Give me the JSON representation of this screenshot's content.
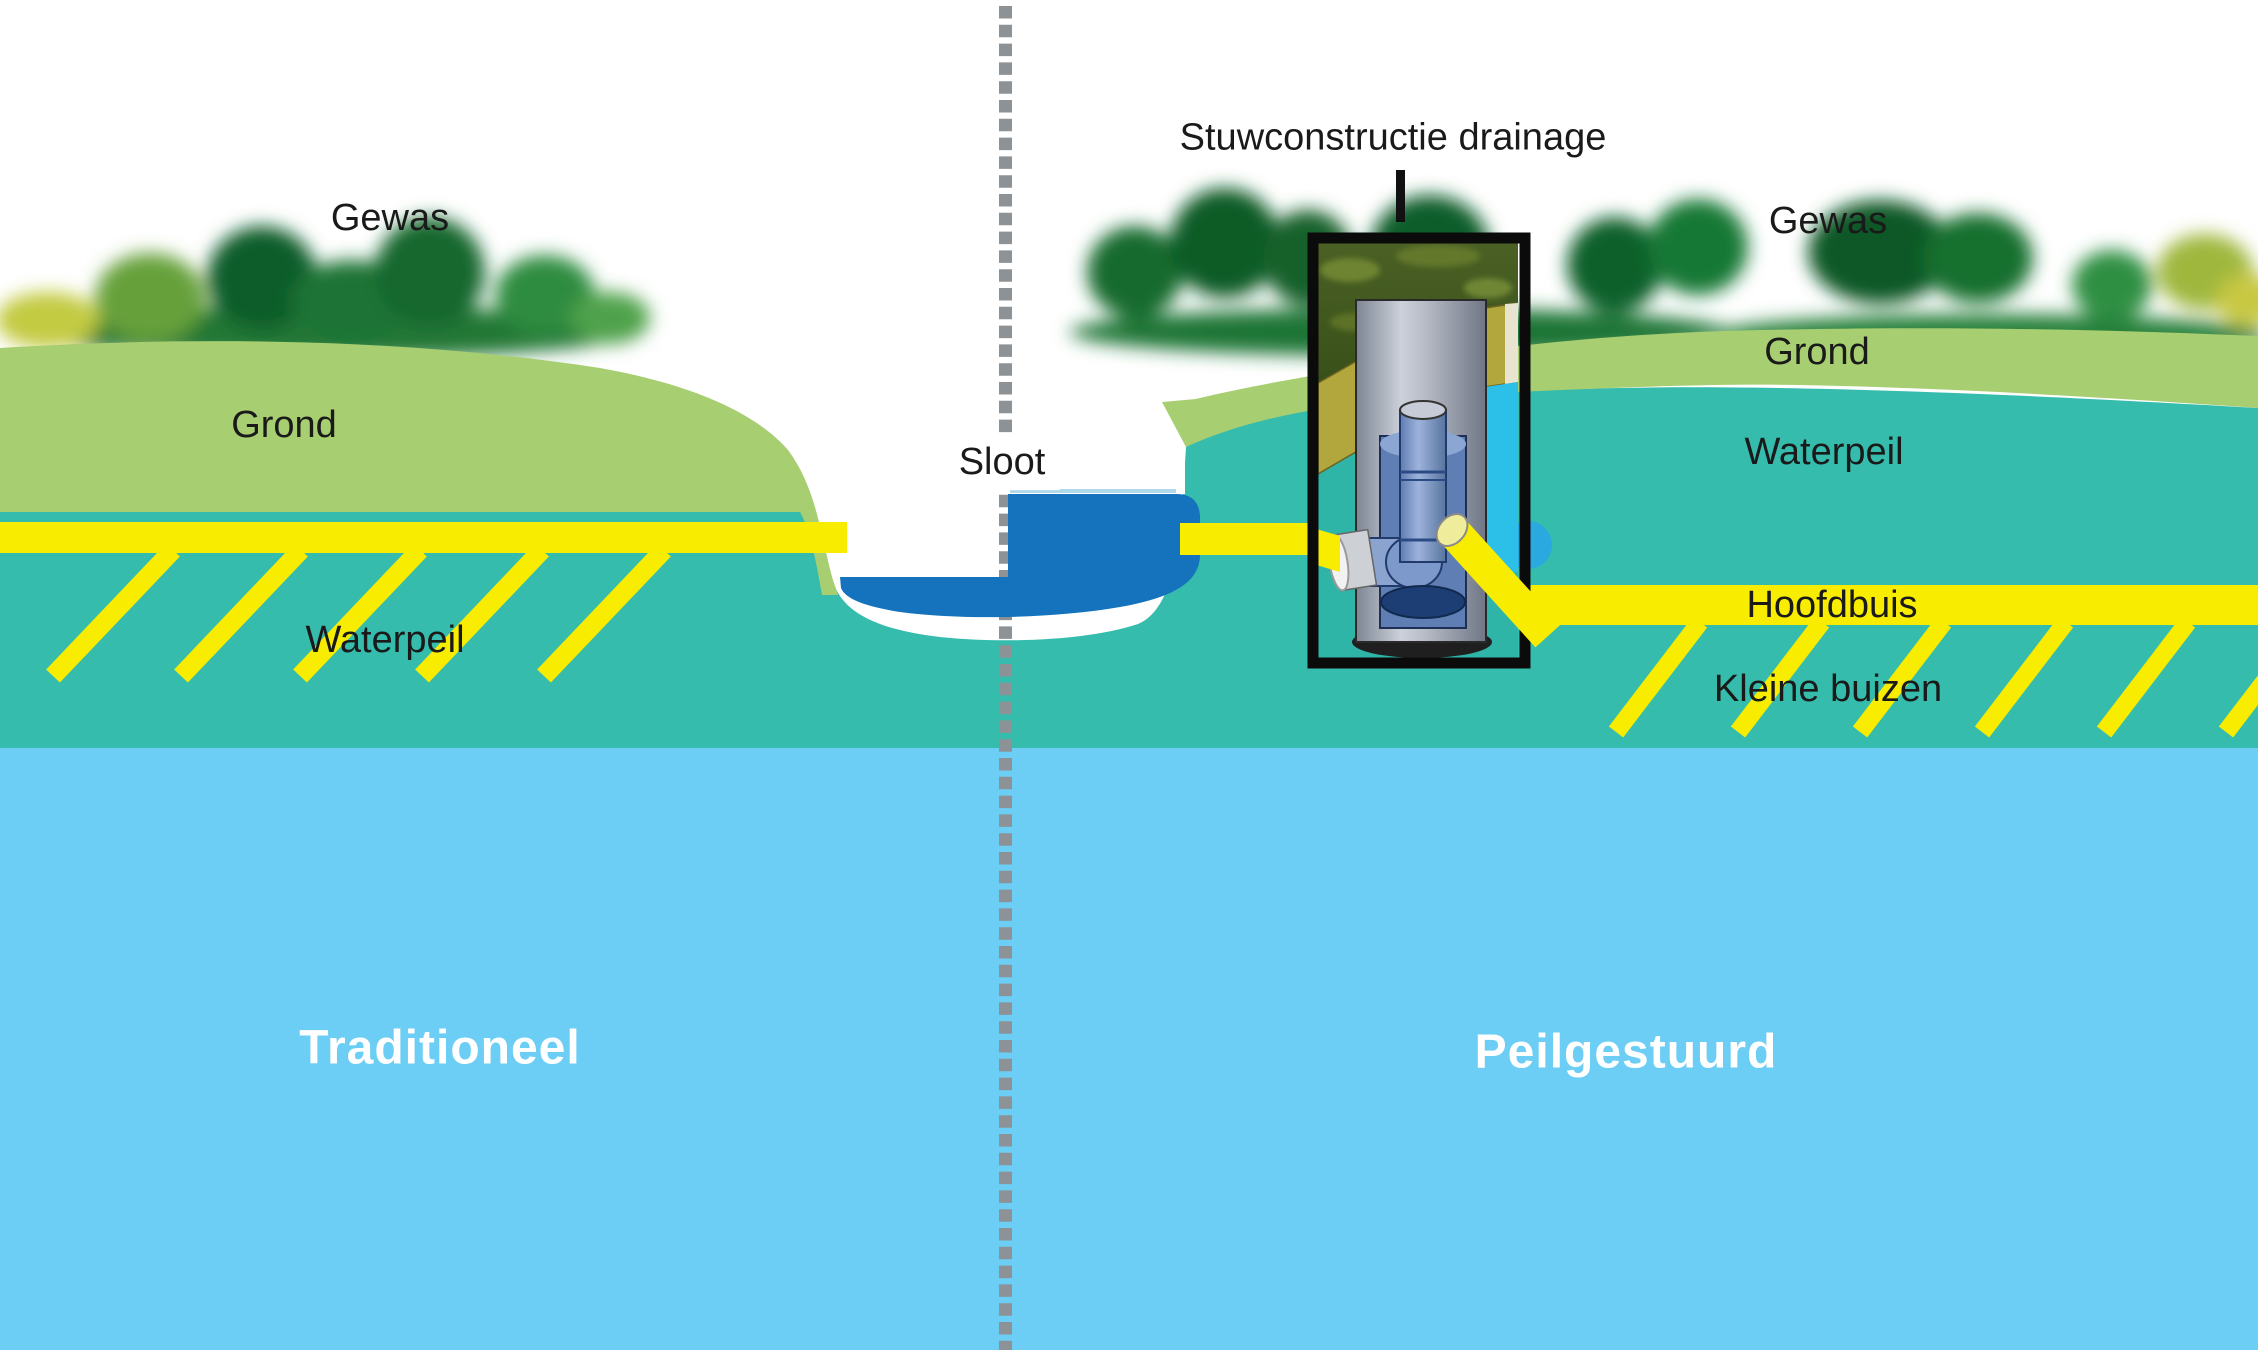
{
  "colors": {
    "grond_green": "#A7CE71",
    "waterpeil_teal": "#35BCAC",
    "deep_water_blue": "#6CCEF5",
    "sloot_blue": "#1473BC",
    "pipe_yellow": "#F8EC00",
    "divider_gray": "#8C9296",
    "label_text": "#1A1A1A",
    "caption_text": "#FFFFFF",
    "well_outlet_blue": "#2AA9E1"
  },
  "center": {
    "sloot": "Sloot",
    "stuwconstructie": "Stuwconstructie drainage"
  },
  "left_panel": {
    "caption": "Traditioneel",
    "gewas": "Gewas",
    "grond": "Grond",
    "waterpeil": "Waterpeil"
  },
  "right_panel": {
    "caption": "Peilgestuurd",
    "gewas": "Gewas",
    "grond": "Grond",
    "waterpeil": "Waterpeil",
    "hoofdbuis": "Hoofdbuis",
    "kleine_buizen": "Kleine buizen"
  }
}
